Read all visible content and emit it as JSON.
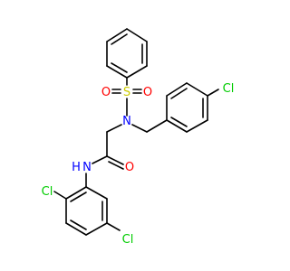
{
  "molecule": {
    "atoms": [
      {
        "id": "S",
        "label": "S",
        "color": "#cccc00"
      },
      {
        "id": "O1",
        "label": "O",
        "color": "#ff0000"
      },
      {
        "id": "O2",
        "label": "O",
        "color": "#ff0000"
      },
      {
        "id": "N1",
        "label": "N",
        "color": "#0000ff"
      },
      {
        "id": "O3",
        "label": "O",
        "color": "#ff0000"
      },
      {
        "id": "NH",
        "label": "H",
        "color": "#0000ff"
      },
      {
        "id": "NH_N",
        "label": "N",
        "color": "#0000ff"
      },
      {
        "id": "Cl1",
        "label": "Cl",
        "color": "#00cc00"
      },
      {
        "id": "Cl2",
        "label": "Cl",
        "color": "#00cc00"
      },
      {
        "id": "Cl3",
        "label": "Cl",
        "color": "#00cc00"
      }
    ]
  }
}
